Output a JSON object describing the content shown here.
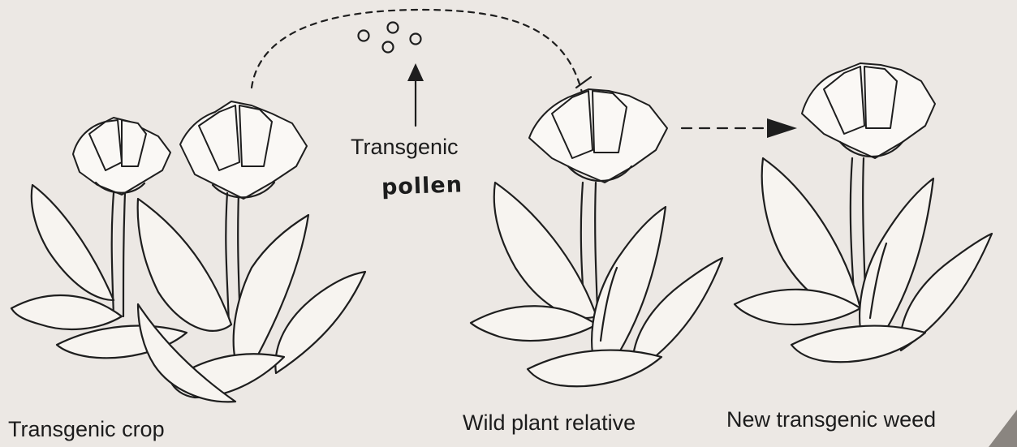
{
  "labels": {
    "transgenic_crop": "Transgenic crop",
    "wild_plant_relative": "Wild plant relative",
    "new_transgenic_weed": "New transgenic weed",
    "transgenic": "Transgenic",
    "pollen": "pollen"
  },
  "colors": {
    "background": "#ece8e4",
    "ink": "#1e1e1e"
  }
}
